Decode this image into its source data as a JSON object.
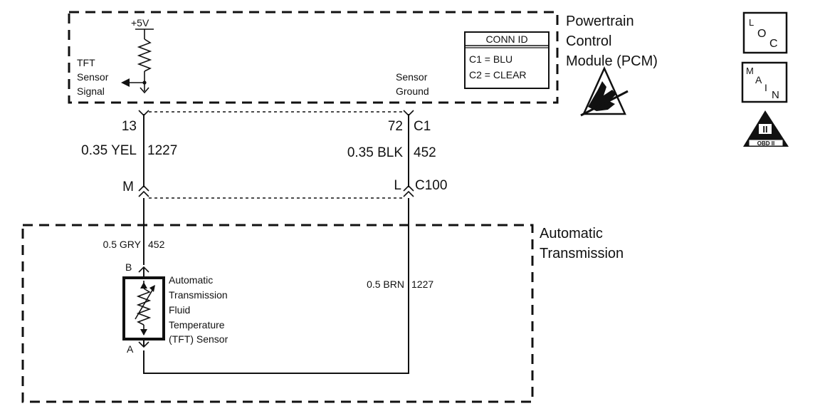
{
  "pcm": {
    "title_line1": "Powertrain",
    "title_line2": "Control",
    "title_line3": "Module (PCM)",
    "supply_label": "+5V",
    "signal_label_line1": "TFT",
    "signal_label_line2": "Sensor",
    "signal_label_line3": "Signal",
    "ground_label_line1": "Sensor",
    "ground_label_line2": "Ground"
  },
  "conn_id": {
    "header": "CONN ID",
    "row1": "C1 = BLU",
    "row2": "C2 = CLEAR"
  },
  "wires_upper": {
    "left_pin": "13",
    "left_wire": "0.35 YEL",
    "left_circuit": "1227",
    "right_pin": "72",
    "right_connector": "C1",
    "right_wire": "0.35 BLK",
    "right_circuit": "452"
  },
  "connector_c100": {
    "left_pin": "M",
    "right_pin": "L",
    "name": "C100"
  },
  "transmission": {
    "title_line1": "Automatic",
    "title_line2": "Transmission",
    "left_wire": "0.5 GRY",
    "left_circuit": "452",
    "right_wire": "0.5 BRN",
    "right_circuit": "1227",
    "pin_b": "B",
    "pin_a": "A"
  },
  "sensor": {
    "line1": "Automatic",
    "line2": "Transmission",
    "line3": "Fluid",
    "line4": "Temperature",
    "line5": "(TFT) Sensor"
  },
  "icons": {
    "loc": {
      "l": "L",
      "o": "O",
      "c": "C"
    },
    "main": {
      "m": "M",
      "a": "A",
      "i": "I",
      "n": "N"
    },
    "obd": {
      "numeral": "II",
      "label": "OBD II"
    }
  }
}
